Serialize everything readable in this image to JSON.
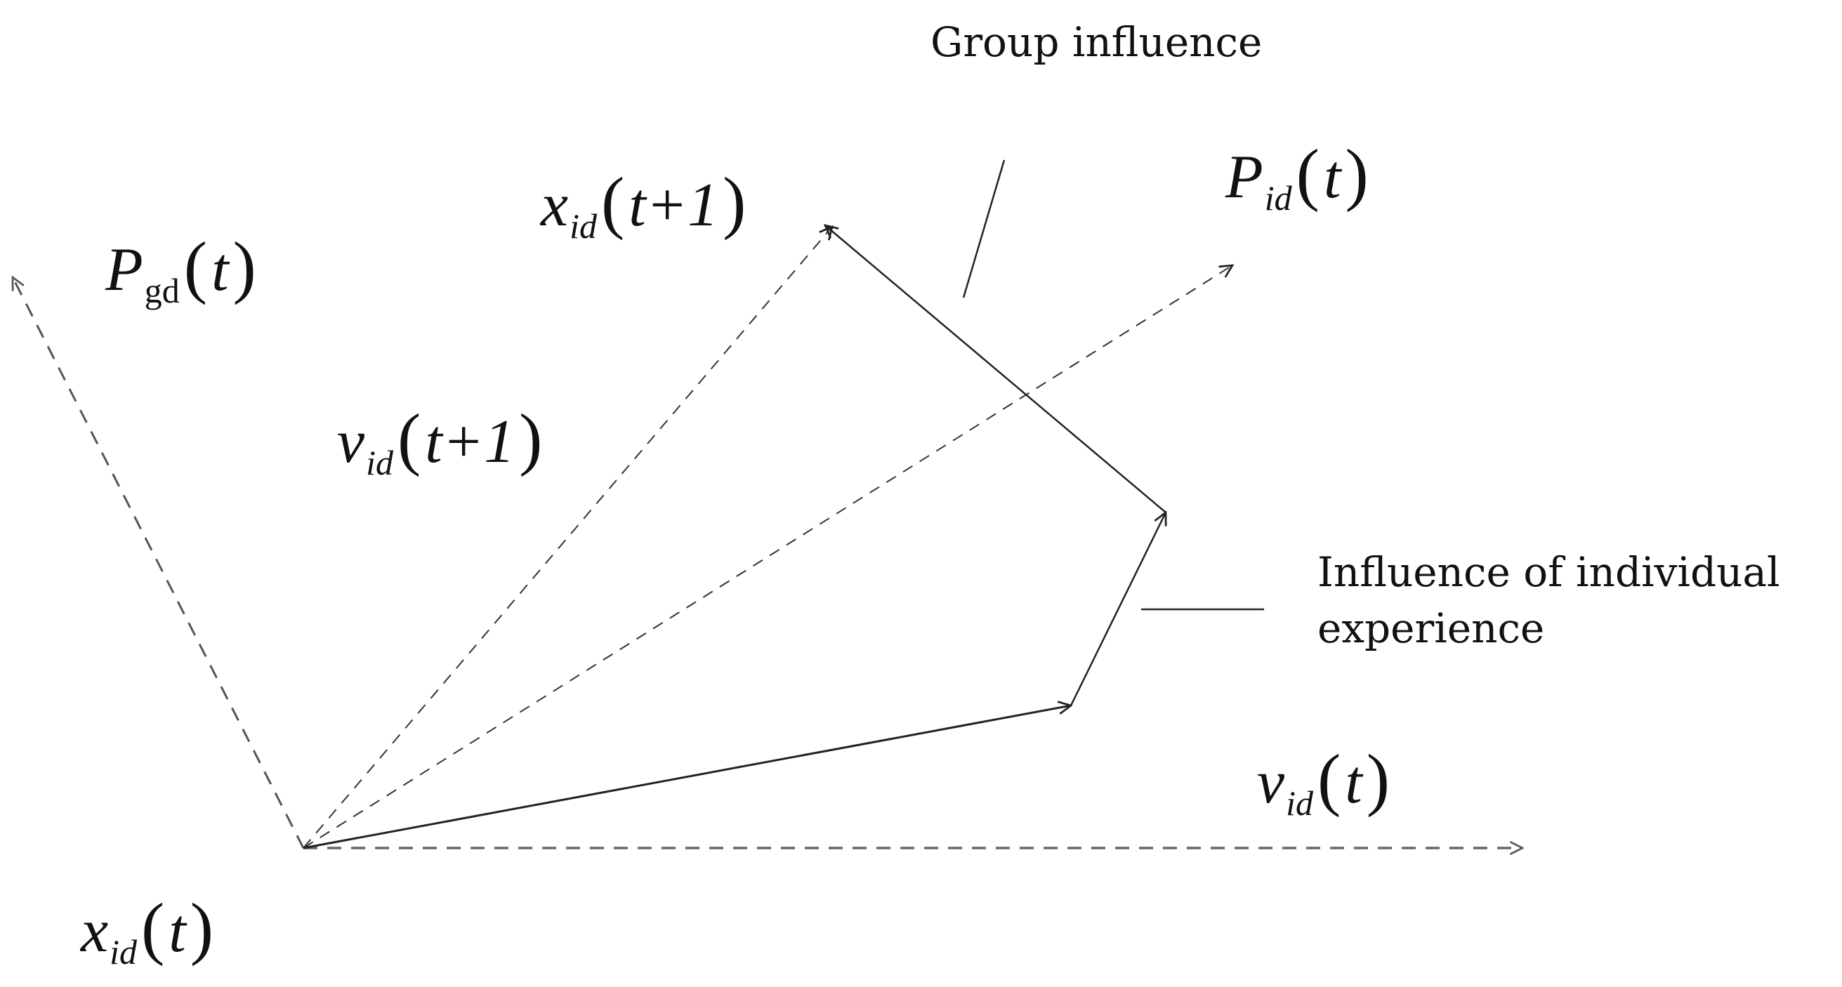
{
  "labels": {
    "group_influence": "Group influence",
    "individual_influence": "Influence of individual experience"
  },
  "math": {
    "x_id_t": {
      "base": "x",
      "sub": "id",
      "arg": "t"
    },
    "x_id_t1": {
      "base": "x",
      "sub": "id",
      "arg": "t+1"
    },
    "v_id_t": {
      "base": "v",
      "sub": "id",
      "arg": "t"
    },
    "v_id_t1": {
      "base": "v",
      "sub": "id",
      "arg": "t+1"
    },
    "P_id_t": {
      "base": "P",
      "sub": "id",
      "arg": "t"
    },
    "P_gd_t": {
      "base": "P",
      "sub": "gd",
      "arg": "t"
    }
  },
  "colors": {
    "line": "#222222",
    "dashed_line": "#555555",
    "text": "#111111"
  }
}
